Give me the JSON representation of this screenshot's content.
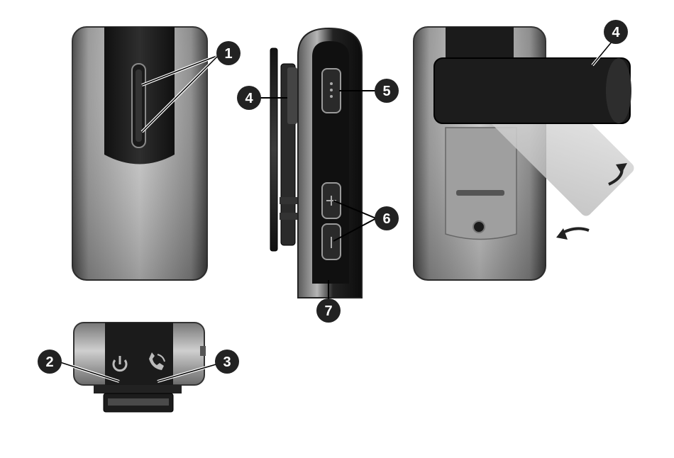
{
  "callouts": {
    "c1": "1",
    "c2": "2",
    "c3": "3",
    "c4_side": "4",
    "c4_back": "4",
    "c5": "5",
    "c6": "6",
    "c7": "7"
  },
  "colors": {
    "body_light": "#c4c4c4",
    "body_dark": "#3a3a3a",
    "band": "#1b1b1b",
    "callout": "#222222"
  },
  "icons": [
    "power-icon",
    "phone-icon"
  ]
}
